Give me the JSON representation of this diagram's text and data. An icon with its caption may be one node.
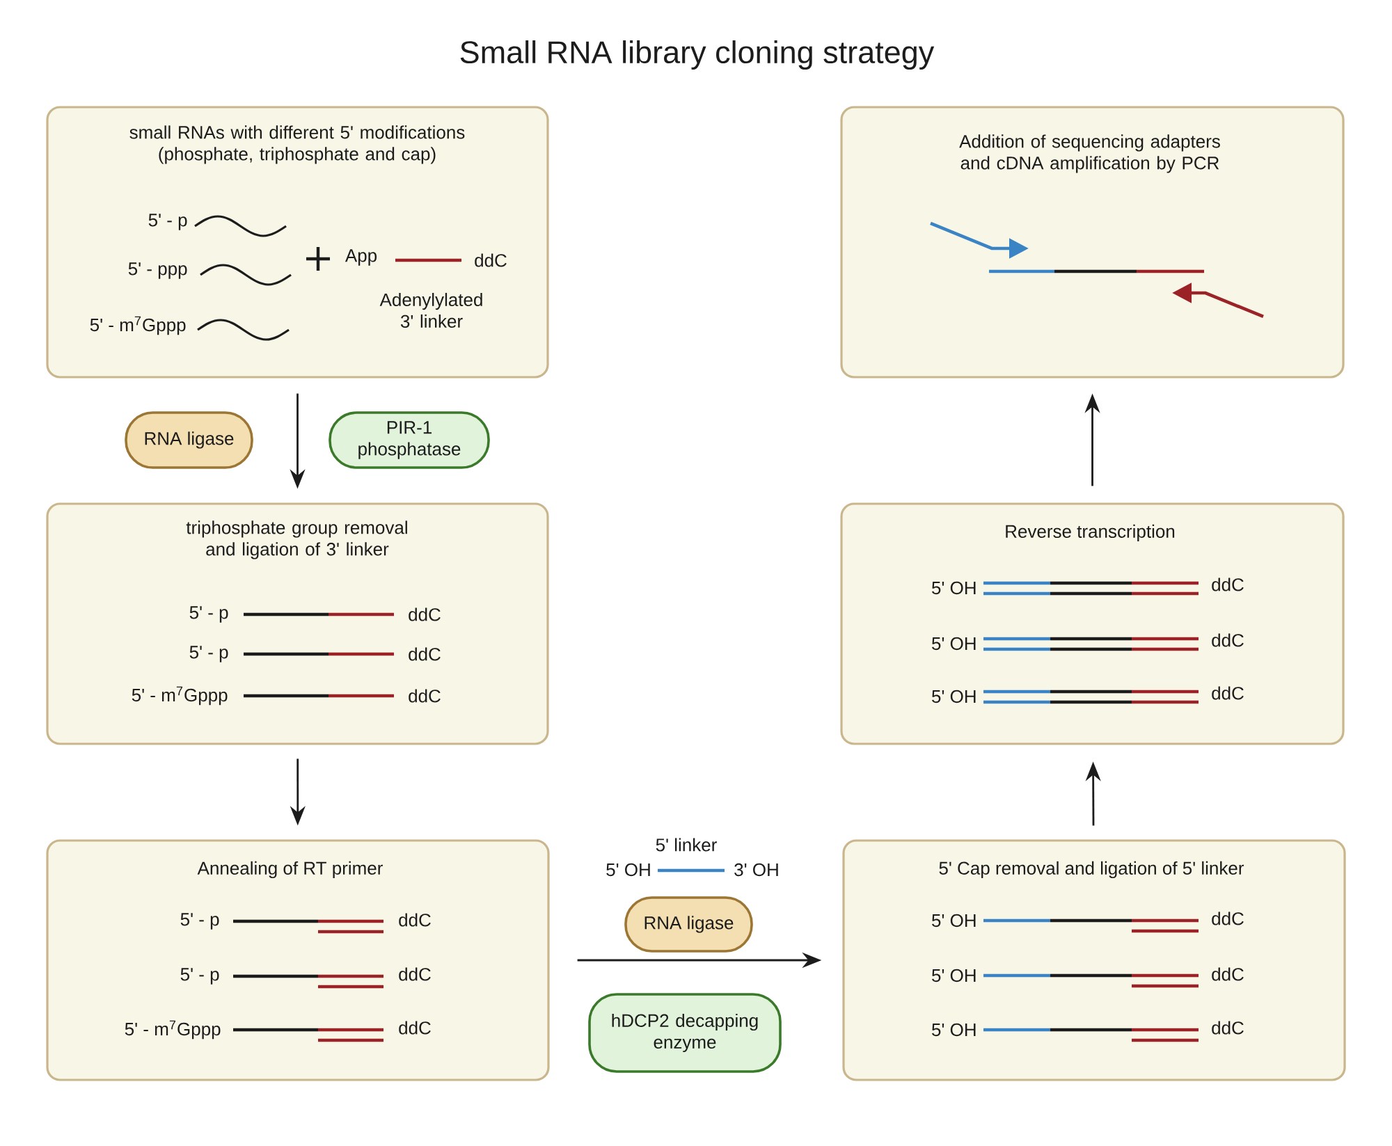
{
  "diagram": {
    "title": "Small RNA library cloning strategy",
    "nodes": [
      {
        "text": [
          "small RNAs with different 5' modifications (phosphate, triphosphate and cap)",
          "5' - p",
          "5' - ppp",
          "5' - m$^{7}$Gppp",
          "App",
          "ddC",
          "Adenylylated 3' linker"
        ]
      },
      {
        "text": [
          "Addition of sequencing adapters and cDNA amplification by PCR"
        ]
      },
      {
        "text": [
          "RNA ligase"
        ]
      },
      {
        "text": [
          "PIR-1 phosphatase"
        ]
      },
      {
        "text": [
          "triphosphate group removal and ligation of 3' linker",
          "5' - p",
          "ddC",
          "5' - p",
          "ddC",
          "5' - m$^{7}$Gppp",
          "ddC"
        ]
      },
      {
        "text": [
          "Reverse transcription",
          "5' OH",
          "ddC",
          "5' OH",
          "ddC",
          "5' OH",
          "ddC"
        ]
      },
      {
        "text": [
          "Annealing of RT primer",
          "5' - p",
          "ddC",
          "5' - p",
          "ddC",
          "5' - m$^{7}$Gppp",
          "ddC"
        ]
      },
      {
        "text": [
          "RNA ligase"
        ]
      },
      {
        "text": [
          "hDCP2 decapping enzyme"
        ]
      },
      {
        "text": [
          "5' Cap removal and ligation of 5' linker",
          "5' OH",
          "ddC",
          "5' OH",
          "ddC",
          "5' OH",
          "ddC"
        ]
      }
    ],
    "edges": [
      {
        "from": 0,
        "to": 4,
        "arrow": "to"
      },
      {
        "from": 4,
        "to": 6,
        "arrow": "to"
      },
      {
        "from": 6,
        "to": 9,
        "arrow": "to"
      },
      {
        "from": 9,
        "to": 5,
        "arrow": "to"
      },
      {
        "from": 5,
        "to": 1,
        "arrow": "to"
      }
    ],
    "labels": [
      "5' linker",
      "5' OH",
      "3' OH"
    ]
  }
}
